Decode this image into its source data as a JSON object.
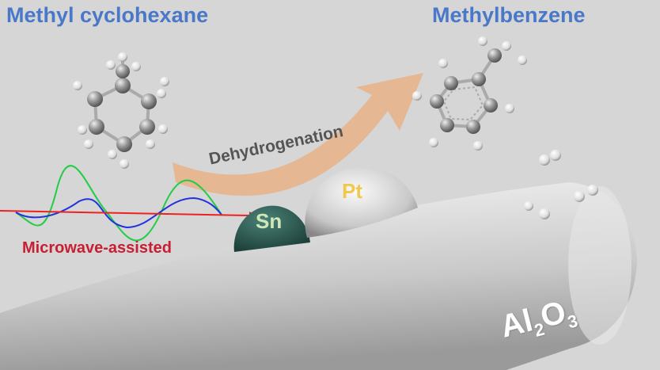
{
  "reactant": {
    "label": "Methyl cyclohexane"
  },
  "product": {
    "label": "Methylbenzene"
  },
  "process": {
    "label": "Dehydrogenation"
  },
  "energy": {
    "label": "Microwave-assisted"
  },
  "catalyst": {
    "metal1": "Sn",
    "metal2": "Pt",
    "support_main": "Al",
    "support_sub1": "2",
    "support_mid": "O",
    "support_sub2": "3"
  },
  "colors": {
    "title": "#4a78c8",
    "microwave_label": "#c81e32",
    "sn": "#2e5e55",
    "arrow": "#e8b48c",
    "e_field": "#22cc44",
    "b_field": "#2233dd",
    "propagation": "#ee2222"
  }
}
